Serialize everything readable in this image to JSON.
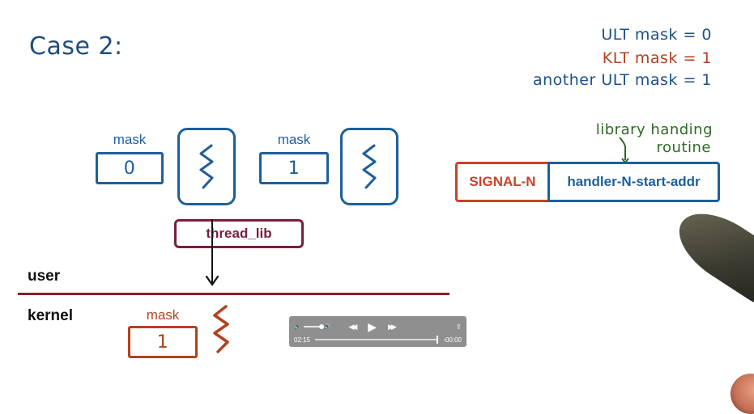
{
  "slide": {
    "title": "Case 2:",
    "notes": [
      {
        "text": "ULT mask = 0",
        "color": "#1c4f8a"
      },
      {
        "text": "KLT mask = 1",
        "color": "#b2421f"
      },
      {
        "text": "another ULT mask = 1",
        "color": "#1c4f8a"
      }
    ],
    "user_threads": [
      {
        "mask_label": "mask",
        "mask_value": "0"
      },
      {
        "mask_label": "mask",
        "mask_value": "1"
      }
    ],
    "thread_lib_label": "thread_lib",
    "user_label": "user",
    "kernel_label": "kernel",
    "kernel_thread": {
      "mask_label": "mask",
      "mask_value": "1"
    },
    "signal_table": {
      "signal": "SIGNAL-N",
      "handler": "handler-N-start-addr",
      "annotation_line1": "library handing",
      "annotation_line2": "routine"
    },
    "icons": {
      "thread": "squiggle-thread-icon",
      "arrow": "arrow-down-icon"
    }
  },
  "player": {
    "current_time": "02:15",
    "remaining_time": "-00:00",
    "progress": 1.0,
    "volume": 1.0,
    "rewind_glyph": "◀◀",
    "play_glyph": "▶",
    "forward_glyph": "▶▶",
    "volume_low_glyph": "🔈",
    "volume_high_glyph": "🔊",
    "share_glyph": "⇪"
  }
}
